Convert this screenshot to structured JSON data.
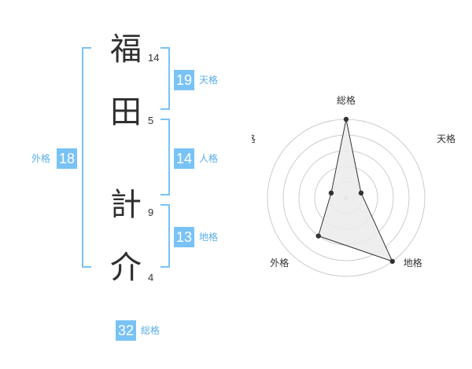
{
  "name": {
    "characters": [
      {
        "char": "福",
        "strokes": "14"
      },
      {
        "char": "田",
        "strokes": "5"
      },
      {
        "char": "計",
        "strokes": "9"
      },
      {
        "char": "介",
        "strokes": "4"
      }
    ]
  },
  "scores": {
    "tenkaku": {
      "value": "19",
      "label": "天格"
    },
    "jinkaku": {
      "value": "14",
      "label": "人格"
    },
    "chikaku": {
      "value": "13",
      "label": "地格"
    },
    "gaikaku": {
      "value": "18",
      "label": "外格"
    },
    "soukaku": {
      "value": "32",
      "label": "総格"
    }
  },
  "colors": {
    "accent": "#79c2f5",
    "accent_text": "#58aee8",
    "radar_fill": "#ebebeb",
    "radar_line": "#333333",
    "grid": "#cccccc"
  },
  "chart_data": {
    "type": "radar",
    "axes": [
      "総格",
      "天格",
      "地格",
      "外格",
      "人格"
    ],
    "values": [
      5,
      1,
      5,
      3,
      1
    ],
    "max": 5,
    "rings": 5
  }
}
